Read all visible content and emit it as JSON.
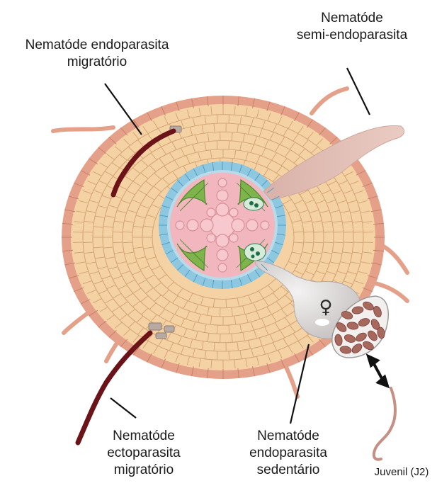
{
  "labels": {
    "migratory_endo": {
      "line1": "Nematóde endoparasita",
      "line2": "migratório"
    },
    "semi_endo": {
      "line1": "Nematóde",
      "line2": "semi-endoparasita"
    },
    "ecto": {
      "line1": "Nematóde",
      "line2": "ectoparasita",
      "line3": "migratório"
    },
    "sedentary": {
      "line1": "Nematóde",
      "line2": "endoparasita",
      "line3": "sedentário"
    },
    "juvenile": "Juvenil (J2)",
    "female_symbol": "♀"
  },
  "colors": {
    "epidermis": "#e4a088",
    "cortex": "#f5d2a4",
    "cortex_stroke": "#d5a677",
    "endodermis": "#8ec7e0",
    "phloem": "#7fb34c",
    "xylem": "#f2b6bf",
    "nematode_dark": "#6b1318",
    "nematode_light": "#e8c2b8",
    "female": "#e2dede",
    "egg_mass": "#a7685d"
  }
}
